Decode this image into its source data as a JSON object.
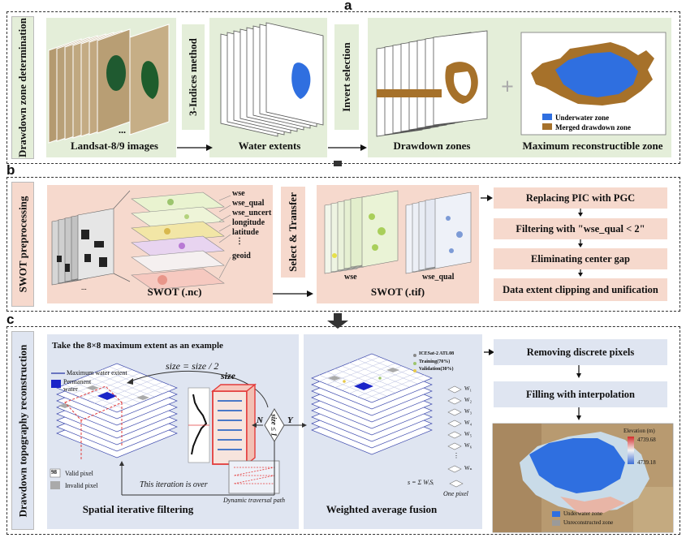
{
  "panel_a": {
    "letter": "a",
    "side_label": "Drawdown zone determination",
    "landsat_label": "Landsat-8/9 images",
    "ellipsis": "...",
    "method_label": "3-Indices method",
    "water_label": "Water extents",
    "invert_label": "Invert selection",
    "drawdown_label": "Drawdown zones",
    "plus": "+",
    "max_label": "Maximum reconstructible zone",
    "legend_underwater": "Underwater zone",
    "legend_merged": "Merged drawdown zone"
  },
  "panel_b": {
    "letter": "b",
    "side_label": "SWOT preprocessing",
    "layers": [
      "wse",
      "wse_qual",
      "wse_uncert",
      "longitude",
      "latitude",
      "⋮",
      "geoid"
    ],
    "nc_label": "SWOT (.nc)",
    "select_label": "Select & Transfer",
    "wse_label": "wse",
    "wse_qual_label": "wse_qual",
    "tif_label": "SWOT (.tif)",
    "steps": [
      "Replacing PIC with PGC",
      "Filtering with \"wse_qual < 2\"",
      "Eliminating center gap",
      "Data extent clipping and unification"
    ]
  },
  "panel_c": {
    "letter": "c",
    "side_label": "Drawdown topography reconstruction",
    "example_title": "Take the 8×8 maximum extent as an example",
    "max_water_legend": "Maximum water extent",
    "permanent_legend": "Permanent water",
    "size_eq": "size = size / 2",
    "size_label": "size",
    "decision": "size ≤ 1",
    "n_label": "N",
    "y_label": "Y",
    "valid_value": "98",
    "valid_legend": "Valid pixel",
    "invalid_legend": "Invalid pixel",
    "iteration_label": "This iteration is over",
    "dynamic_label": "Dynamic traversal path",
    "spatial_label": "Spatial iterative filtering",
    "icesat_legend": "ICESat-2 ATL08",
    "training_legend": "Training(70%)",
    "validation_legend": "Validation(30%)",
    "weights": [
      "W₁",
      "W₂",
      "W₃",
      "W₄",
      "W₅",
      "W₆",
      "⋮",
      "Wₙ"
    ],
    "formula": "s = Σ WᵢSᵢ",
    "one_pixel": "One pixel",
    "weighted_label": "Weighted average fusion",
    "steps": [
      "Removing discrete pixels",
      "Filling with interpolation"
    ],
    "elevation_title": "Elevation (m)",
    "elev_max": "4739.68",
    "elev_min": "4739.18",
    "map_underwater": "Underwater zone",
    "map_unreconstructed": "Unreconstructed zone"
  },
  "colors": {
    "water_blue": "#2f6fe0",
    "drawdown_brown": "#a6712a",
    "green_bg": "#e4eed9",
    "pink_bg": "#f6d9cd",
    "blue_bg": "#dfe5f1",
    "red_frame": "#e33b3b"
  }
}
